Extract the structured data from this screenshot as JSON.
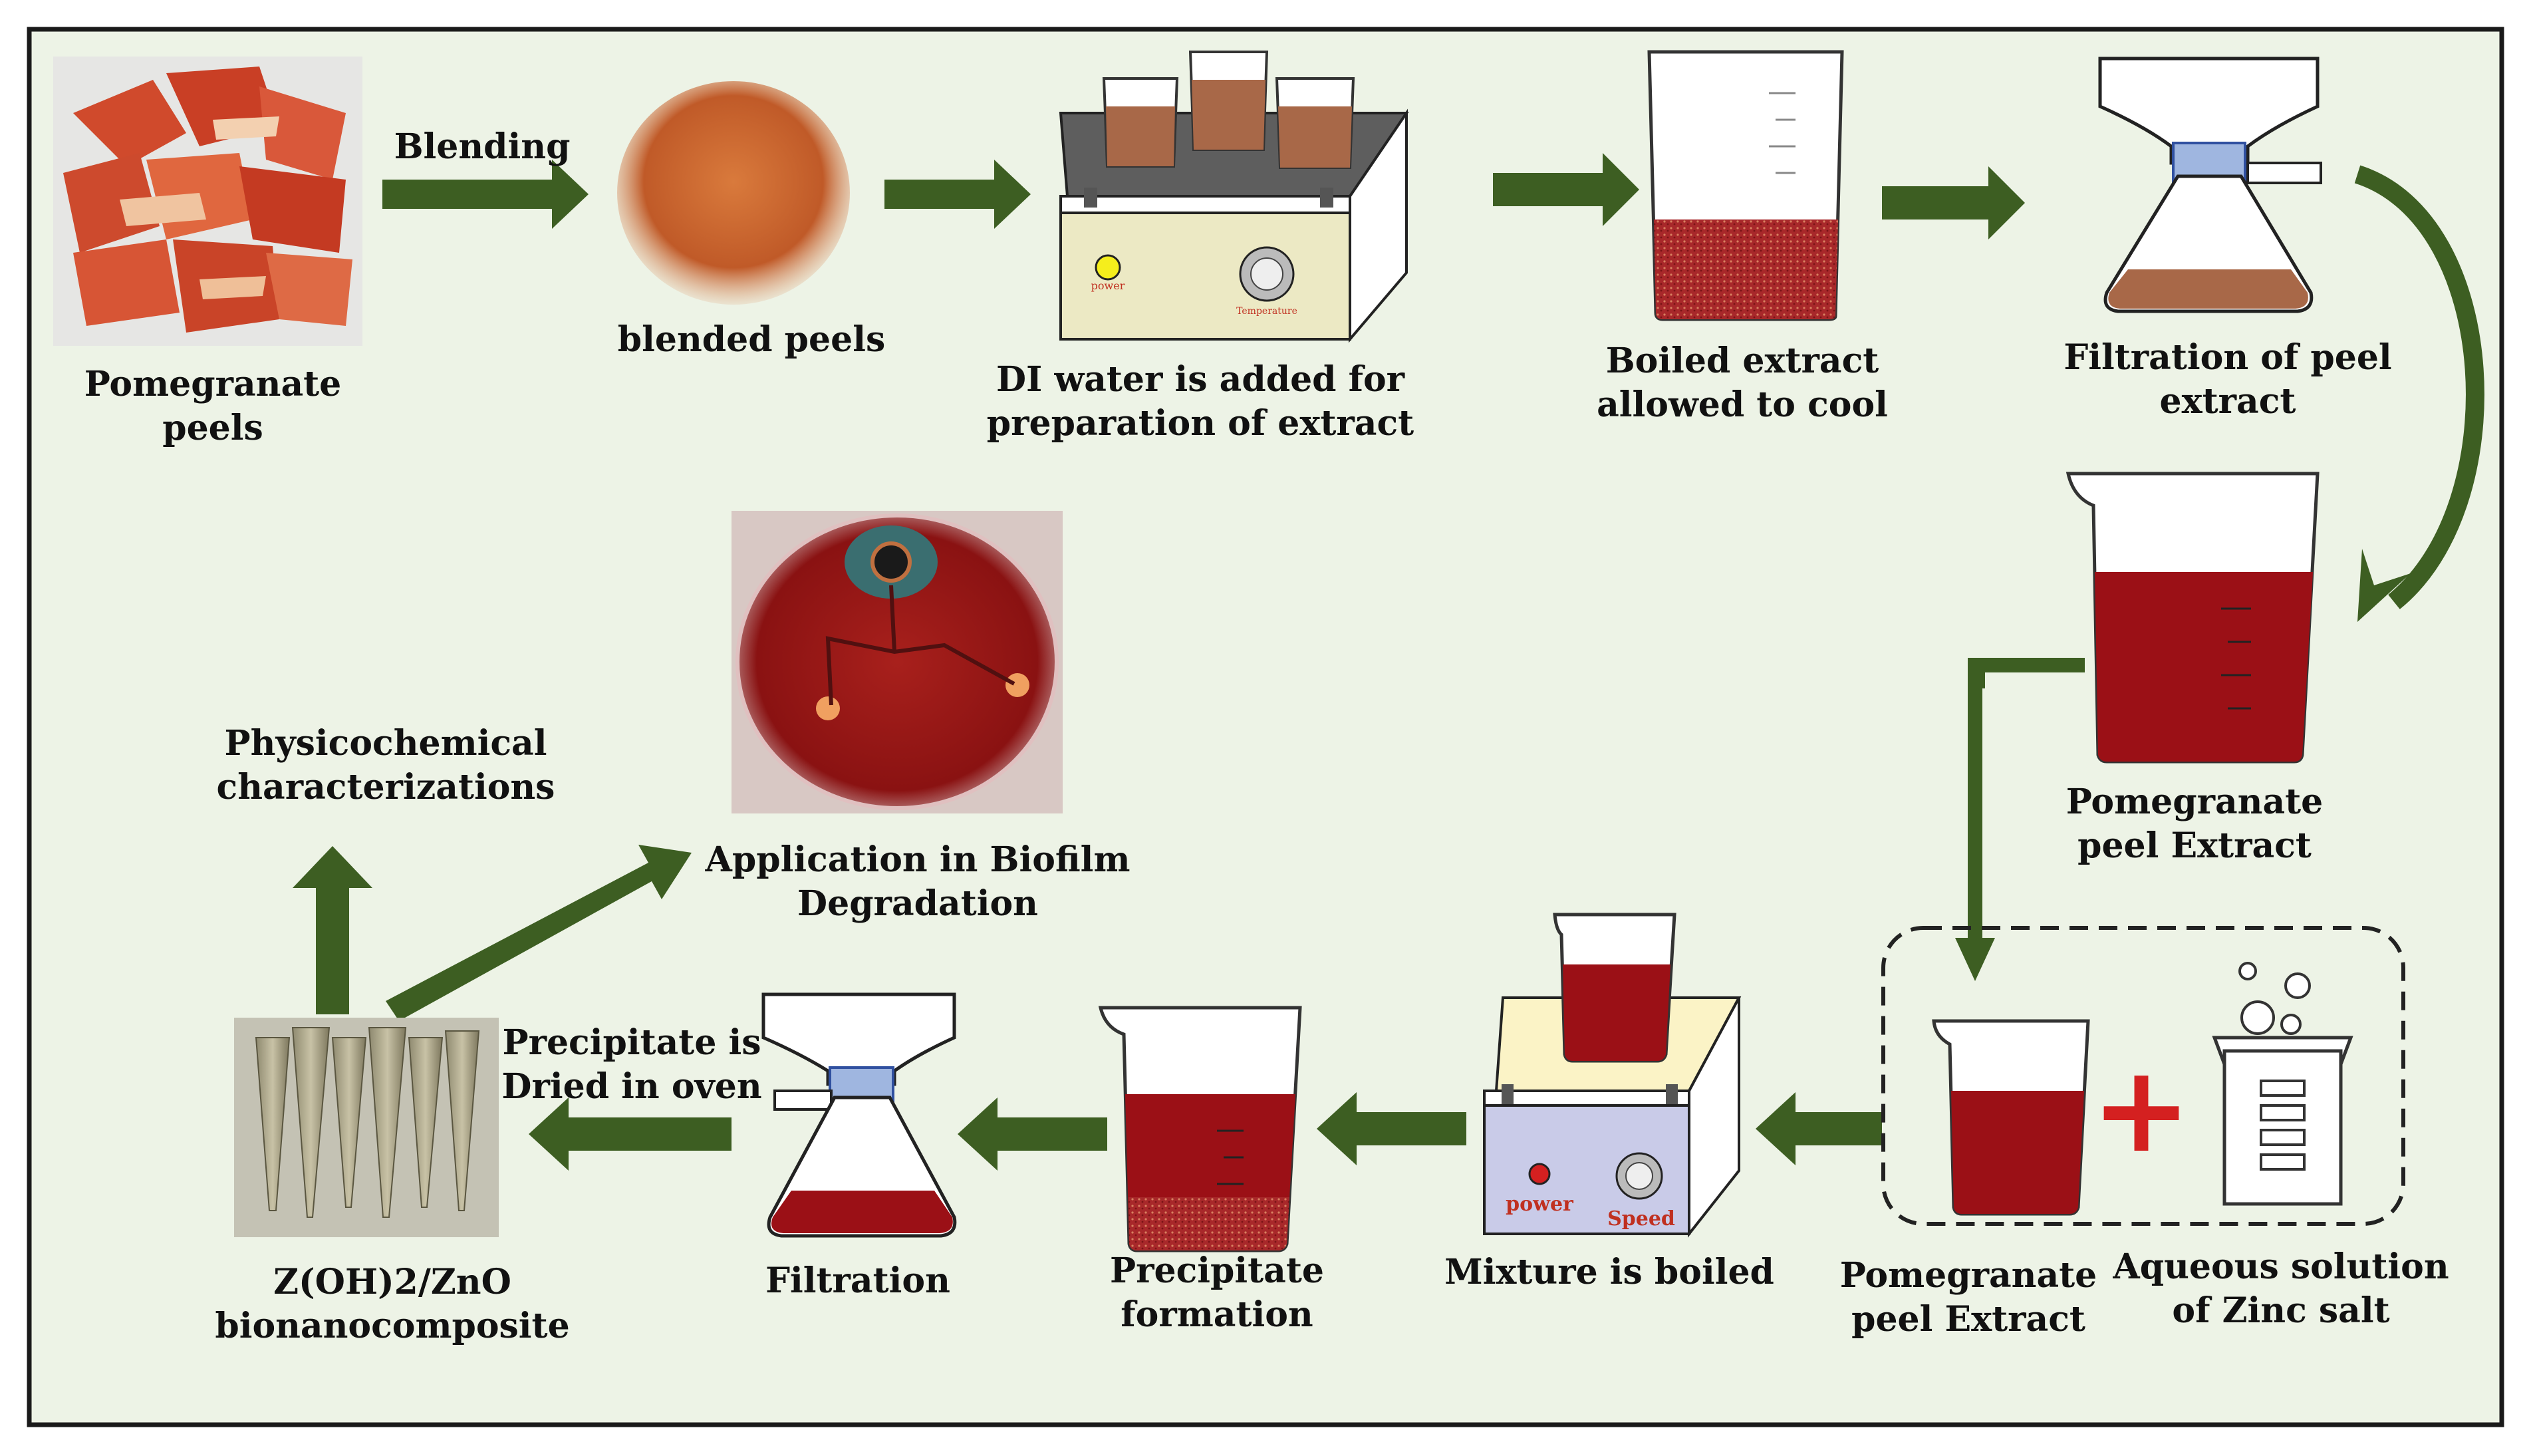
{
  "colors": {
    "background": "#edf3e6",
    "border": "#1a1a1a",
    "arrow": "#3d5e22",
    "extract": "#9b1016",
    "extract_dark": "#6f0b0f",
    "peel": "#d04a2c",
    "powder": "#c8622e",
    "plus": "#d42020",
    "heater_body": "#ece9c4",
    "stirrer_body": "#c9cbe8"
  },
  "icons": {
    "stir_plate": "hot-plate-icon",
    "flask": "filtration-flask-icon",
    "beaker": "beaker-icon",
    "tubes": "sample-tubes-icon",
    "petri": "petri-dish-icon"
  },
  "labels": {
    "blending": "Blending",
    "pomegranate_peels": [
      "Pomegranate",
      "peels"
    ],
    "blended_peels": "blended peels",
    "di_water": [
      "DI water is added for",
      "preparation of extract"
    ],
    "boiled_extract": [
      "Boiled extract",
      "allowed to cool"
    ],
    "filtration_peel": [
      "Filtration of peel",
      "extract"
    ],
    "extract_top": [
      "Pomegranate",
      "peel Extract"
    ],
    "extract_bottom": [
      "Pomegranate",
      "peel Extract"
    ],
    "zinc_salt": [
      "Aqueous solution",
      "of Zinc salt"
    ],
    "mixture_boiled": "Mixture is boiled",
    "precipitate_formation": [
      "Precipitate",
      "formation"
    ],
    "filtration": "Filtration",
    "dried_oven": [
      "Precipitate is",
      "Dried in oven"
    ],
    "product": [
      "Z(OH)2/ZnO",
      "bionanocomposite"
    ],
    "characterization": [
      "Physicochemical",
      "characterizations"
    ],
    "biofilm": [
      "Application in Biofilm",
      "Degradation"
    ],
    "heater_power": "power",
    "heater_temp": "Temperature",
    "stirrer_power": "power",
    "stirrer_speed": "Speed",
    "plus_sign": "+"
  }
}
